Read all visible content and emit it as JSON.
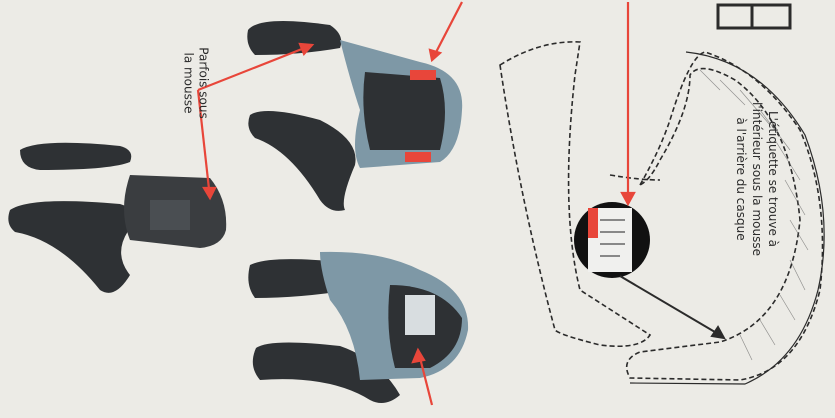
{
  "captions": {
    "left_line1": "Parfois sous",
    "left_line2": "la mousse",
    "right_line1": "L'étiquette se trouve à",
    "right_line2": "l'intérieur sous la mousse",
    "right_line3": "à l'arrière du casque"
  },
  "colors": {
    "background": "#ecebe6",
    "arrow_red": "#e8463a",
    "padding_dark": "#2e3134",
    "padding_blue": "#7e98a6",
    "line_dark": "#2b2b2b"
  },
  "icons": [
    "helmet-diagram-icon",
    "label-closeup-icon",
    "neck-brace-icon",
    "box-frame-icon"
  ]
}
